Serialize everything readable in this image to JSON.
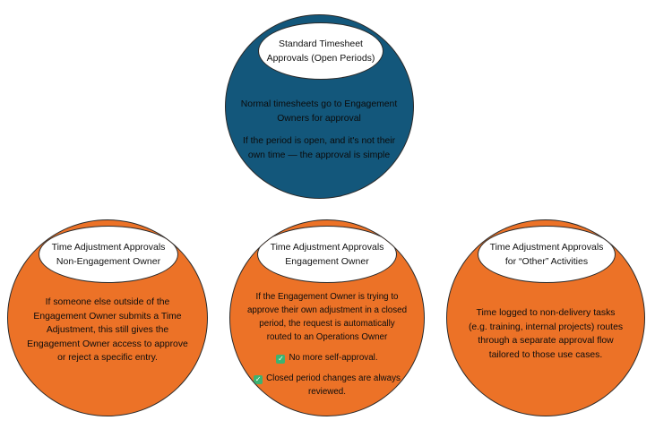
{
  "colors": {
    "top": "#13577b",
    "bottom": "#ec7227",
    "caption": "#ffffff"
  },
  "top": {
    "title_line1": "Standard Timesheet",
    "title_line2": "Approvals (Open Periods)",
    "para1_line1": "Normal timesheets go to Engagement",
    "para1_line2": "Owners for approval",
    "para2_line1": "If the period is open, and it's not their",
    "para2_line2": "own time — the approval is simple"
  },
  "left": {
    "title_line1": "Time Adjustment Approvals",
    "title_line2": "Non-Engagement Owner",
    "line1": "If someone else outside of the",
    "line2": "Engagement Owner submits a Time",
    "line3": "Adjustment, this still gives the",
    "line4": "Engagement Owner access to approve",
    "line5": "or reject a specific entry."
  },
  "middle": {
    "title_line1": "Time Adjustment Approvals",
    "title_line2": "Engagement Owner",
    "line1": "If the Engagement Owner is trying to",
    "line2": "approve their own adjustment in a closed",
    "line3": "period, the request is automatically",
    "line4": "routed to an Operations Owner",
    "check1": "No more self-approval.",
    "check2_line1": "Closed period changes are always",
    "check2_line2": "reviewed.",
    "check_icon": "check-mark-icon"
  },
  "right": {
    "title_line1": "Time Adjustment Approvals",
    "title_line2": "for “Other” Activities",
    "line1": "Time logged to non-delivery tasks",
    "line2": "(e.g. training, internal projects) routes",
    "line3": "through a separate approval flow",
    "line4": "tailored to those use cases."
  }
}
